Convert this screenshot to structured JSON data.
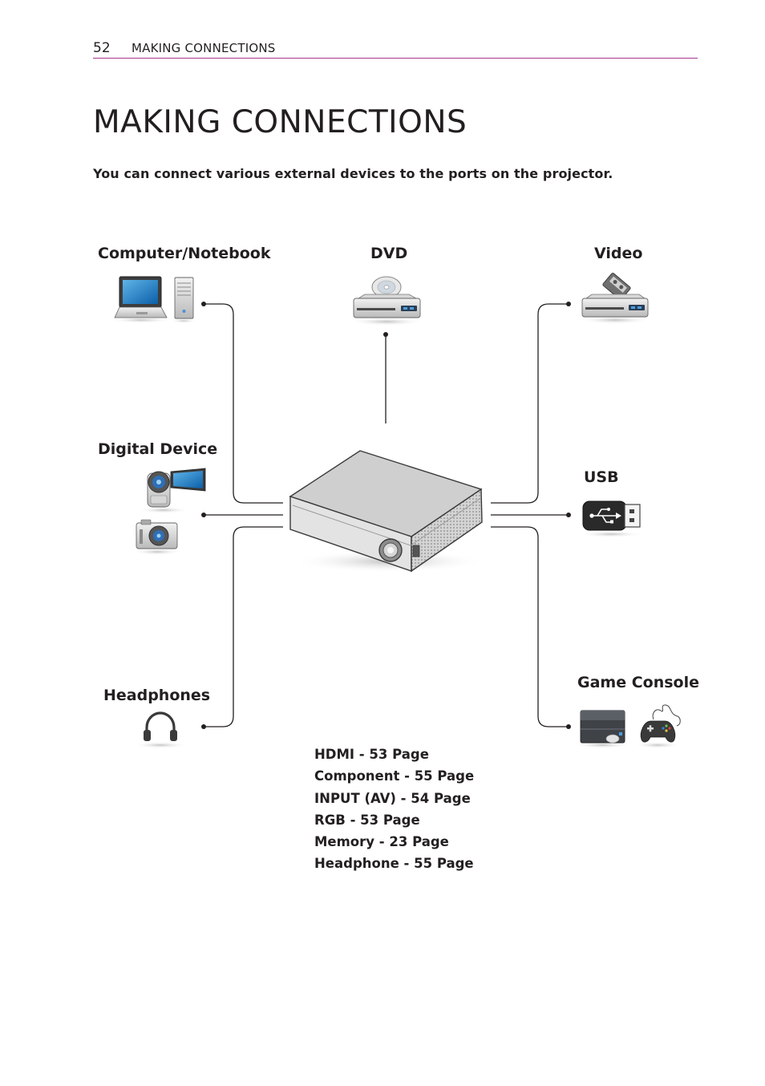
{
  "header": {
    "page_number": "52",
    "section": "MAKING CONNECTIONS"
  },
  "title": "MAKING CONNECTIONS",
  "intro": "You can connect various external devices to the ports on the projector.",
  "devices": {
    "computer": "Computer/Notebook",
    "dvd": "DVD",
    "video": "Video",
    "digital": "Digital Device",
    "usb": "USB",
    "headphones": "Headphones",
    "game": "Game Console"
  },
  "references": [
    "HDMI - 53 Page",
    "Component - 55 Page",
    "INPUT (AV) - 54 Page",
    "RGB - 53 Page",
    "Memory - 23 Page",
    "Headphone - 55 Page"
  ]
}
